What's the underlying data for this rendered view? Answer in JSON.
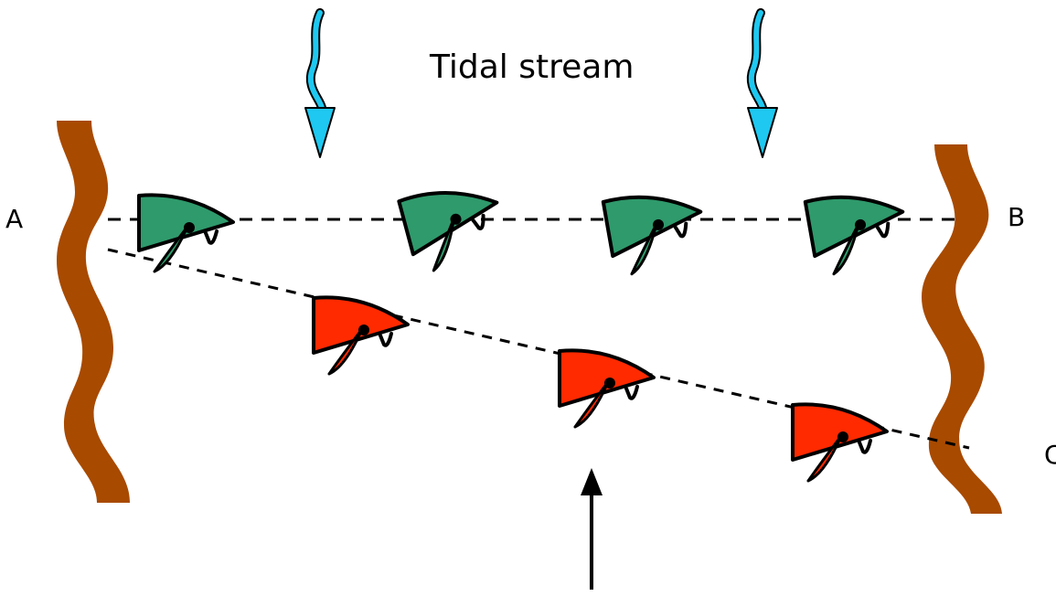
{
  "labels": {
    "title": "Tidal stream",
    "point_a": "A",
    "point_b": "B",
    "point_c": "C"
  },
  "colors": {
    "bank": "#a84a00",
    "tide_arrow": "#1ec8f0",
    "boat_on_course": "#2f9a6c",
    "boat_drifting": "#ff2a00",
    "outline": "#000000"
  },
  "icons": {
    "tide": "wavy-down-arrow-icon",
    "wind": "up-arrow-icon",
    "boat": "sailing-dinghy-icon"
  }
}
